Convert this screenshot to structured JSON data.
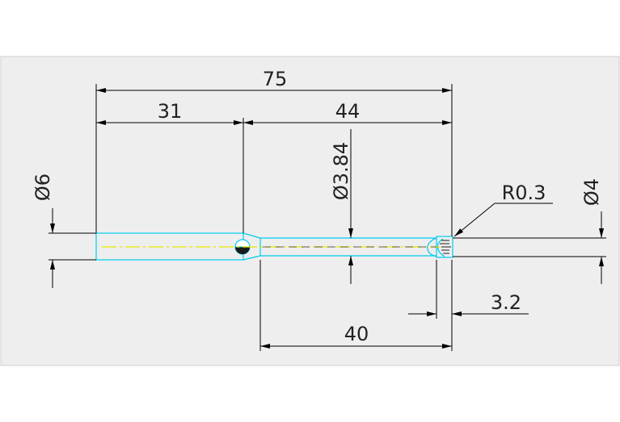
{
  "colors": {
    "page": "#ffffff",
    "sheet": "#eeeeee",
    "sheet_border": "#d0d0d0",
    "dimension": "#000000",
    "tool_outline": "#00ccee",
    "centerline": "#e8e800",
    "hatch": "#1a1a1a"
  },
  "dimensions": {
    "overall_length": "75",
    "shank_length": "31",
    "neck_length": "44",
    "neck_diameter": "Ø3.84",
    "shank_diameter": "Ø6",
    "tip_radius": "R0.3",
    "cutter_diameter": "Ø4",
    "flute_length": "3.2",
    "reach_length": "40"
  }
}
